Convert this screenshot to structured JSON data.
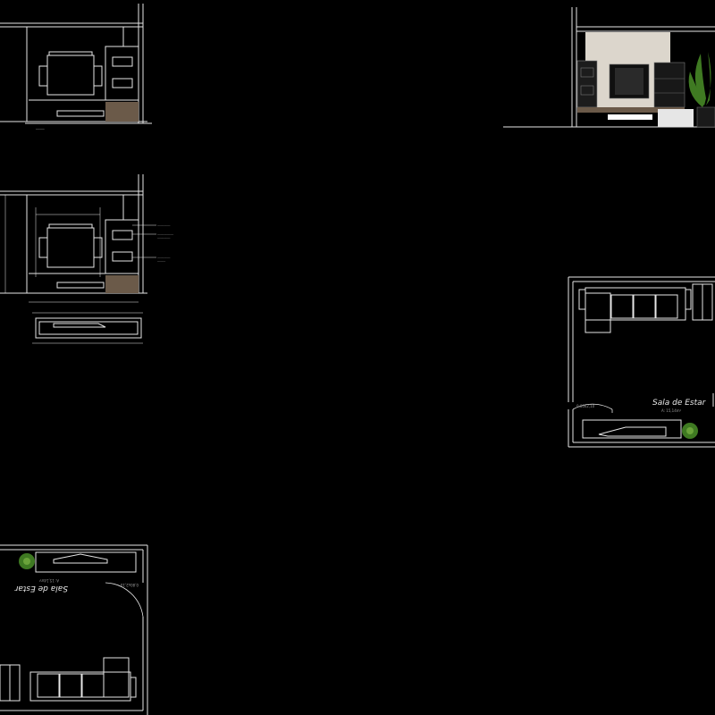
{
  "drawing": {
    "background": "#000000",
    "line_color": "#e6e6e6",
    "wood_color": "#6b5a49",
    "plant_color": "#3f7a22",
    "wall_color": "#dcd6cc"
  },
  "plan_right": {
    "room_name": "Sala de Estar",
    "area_label": "A: 15,14m²",
    "door_label": "0,80x2,10"
  },
  "plan_bottom_left": {
    "room_name": "Sala de Estar",
    "area_label": "A: 15,14m²",
    "door_label": "0,80x2,10"
  }
}
